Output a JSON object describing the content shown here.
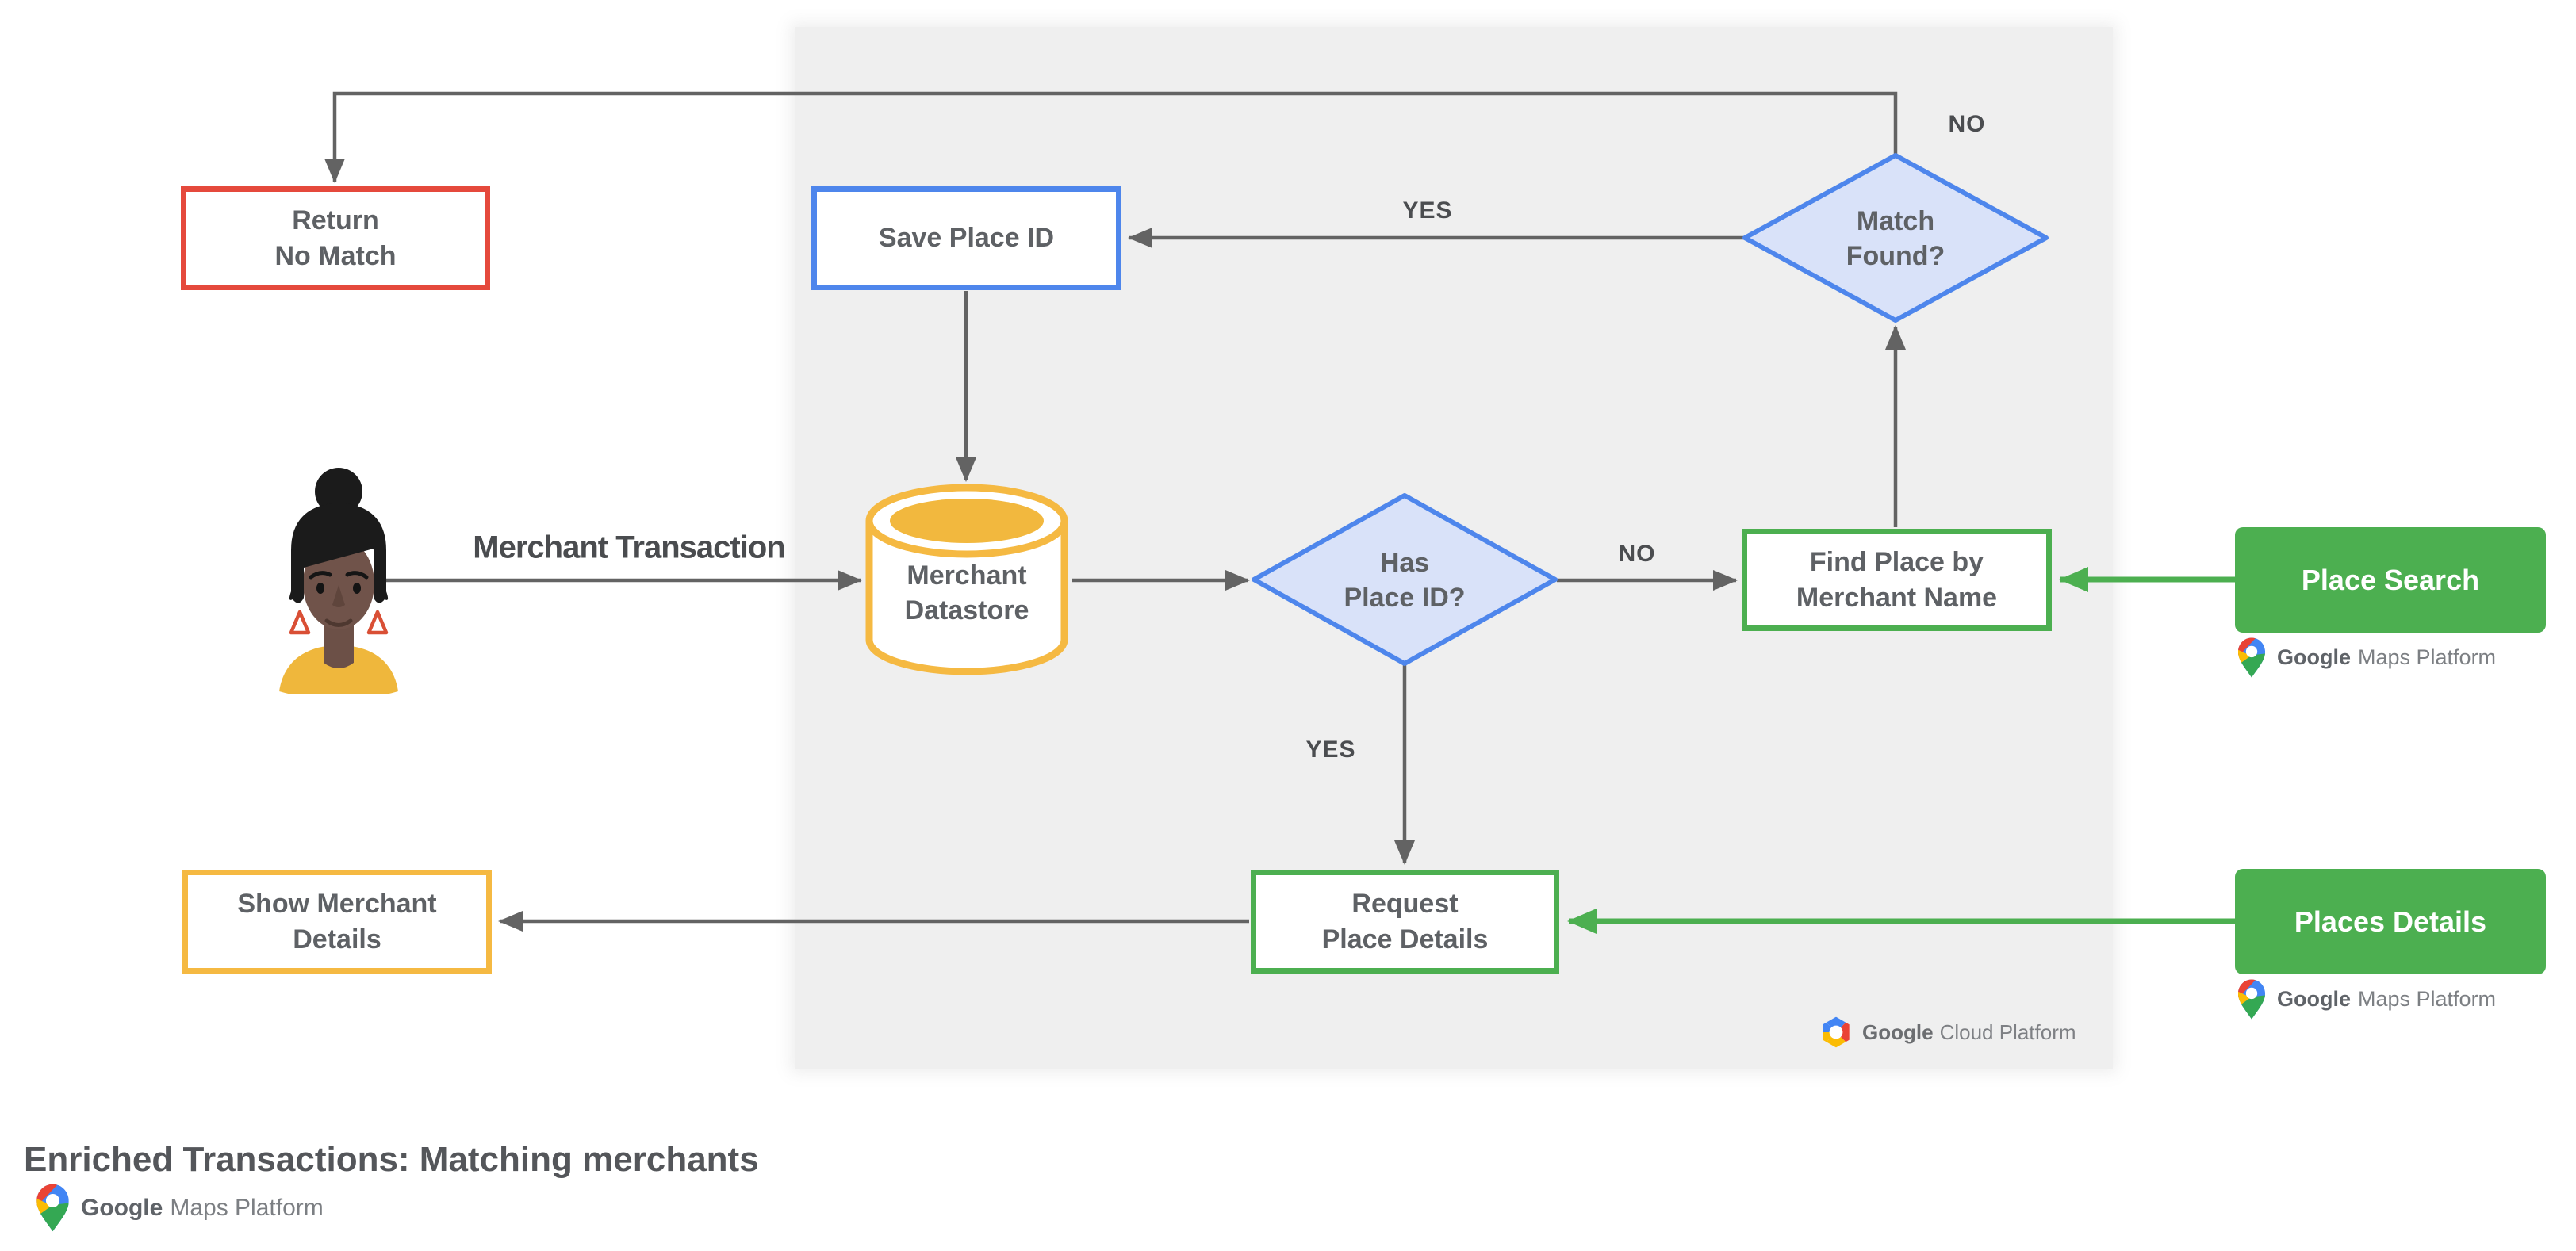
{
  "diagram": {
    "title": "Enriched Transactions: Matching merchants",
    "nodes": {
      "return_no_match": {
        "label": "Return\nNo Match"
      },
      "save_place_id": {
        "label": "Save Place ID"
      },
      "match_found": {
        "label": "Match\nFound?"
      },
      "merchant_datastore": {
        "label": "Merchant\nDatastore"
      },
      "has_place_id": {
        "label": "Has\nPlace ID?"
      },
      "find_place_by_merchant_name": {
        "label": "Find Place by\nMerchant Name"
      },
      "request_place_details": {
        "label": "Request\nPlace Details"
      },
      "show_merchant_details": {
        "label": "Show Merchant\nDetails"
      },
      "place_search": {
        "label": "Place Search"
      },
      "places_details": {
        "label": "Places Details"
      }
    },
    "edge_labels": {
      "match_found_no": "NO",
      "match_found_yes": "YES",
      "has_place_id_no": "NO",
      "has_place_id_yes": "YES",
      "merchant_transaction": "Merchant Transaction"
    },
    "logos": {
      "maps_platform": {
        "google": "Google",
        "rest": "Maps Platform"
      },
      "cloud_platform": {
        "google": "Google",
        "rest": "Cloud Platform"
      }
    },
    "colors": {
      "panel_gray": "#EFEFEF",
      "line_gray": "#636363",
      "node_red": "#E5493C",
      "node_blue": "#4E86EC",
      "diamond_fill": "#D9E2F9",
      "node_yellow": "#F5B942",
      "node_green": "#4CAF50",
      "brand_blue": "#4285F4",
      "brand_red": "#EA4335",
      "brand_yellow": "#FBBC04",
      "brand_green": "#34A853"
    }
  }
}
